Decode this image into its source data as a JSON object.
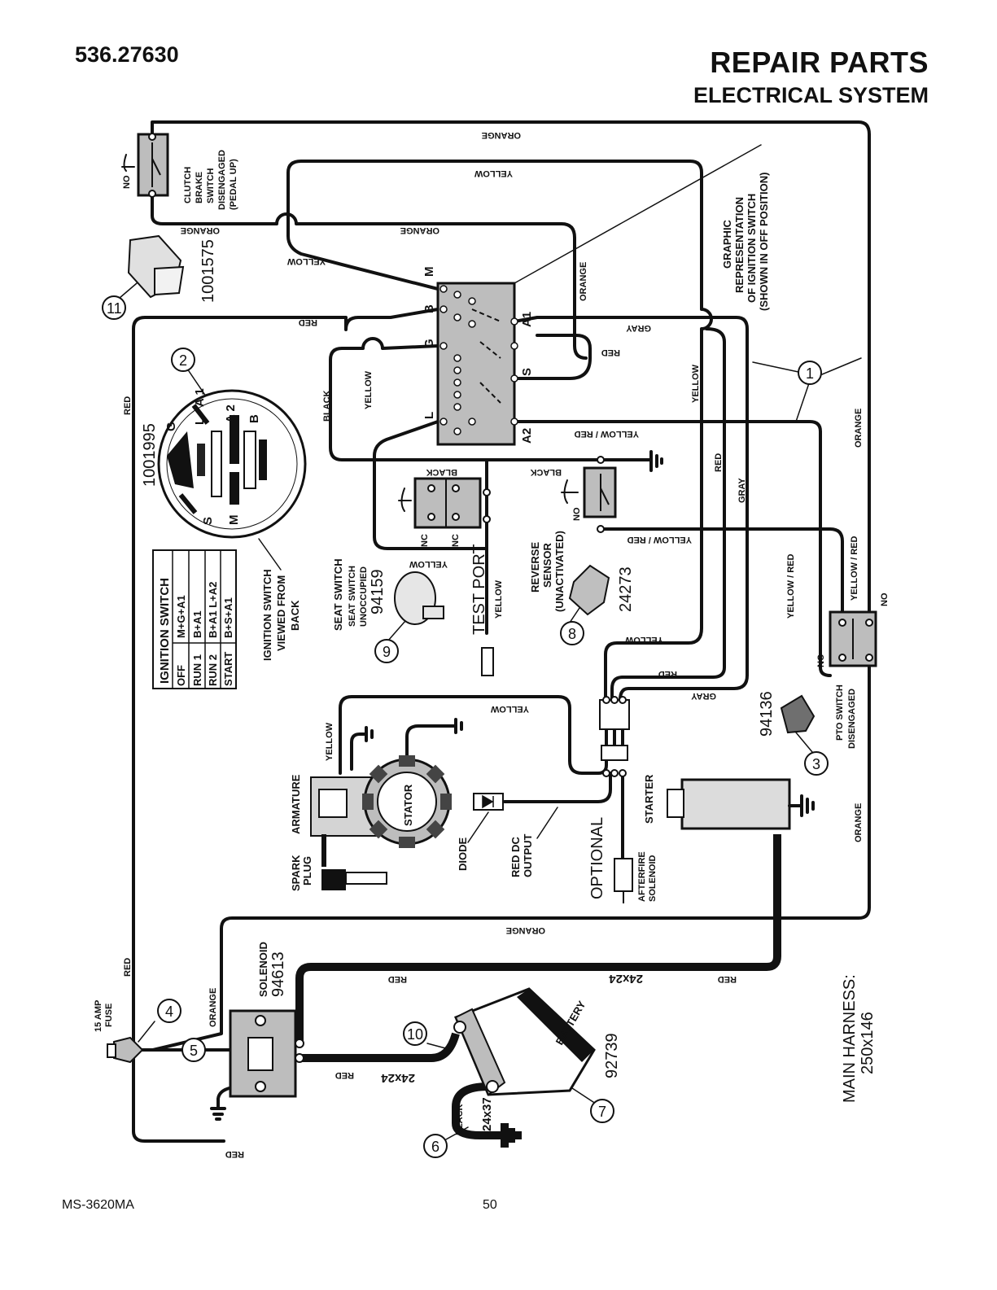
{
  "header": {
    "model": "536.27630",
    "title": "REPAIR PARTS",
    "subtitle": "ELECTRICAL SYSTEM"
  },
  "footer": {
    "doc_code": "MS-3620MA",
    "page": "50"
  },
  "wire_labels": {
    "orange": "ORANGE",
    "yellow": "YELLOW",
    "red": "RED",
    "black": "BLACK",
    "gray": "GRAY",
    "yellow_red": "YELLOW / RED",
    "red_24x24": "24x24",
    "black_24x37": "24x37"
  },
  "components": {
    "clutch": {
      "title": "CLUTCH BRAKE SWITCH DISENGAGED (PEDAL UP)",
      "line1": "CLUTCH",
      "line2": "BRAKE",
      "line3": "SWITCH",
      "line4": "DISENGAGED",
      "line5": "(PEDAL UP)",
      "no": "NO"
    },
    "part11": {
      "callout": "11",
      "part_no": "1001575"
    },
    "part2": {
      "callout": "2",
      "part_no": "1001995"
    },
    "ignition_graphic": {
      "line1": "GRAPHIC",
      "line2": "REPRESENTATION",
      "line3": "OF IGNITION SWITCH",
      "line4": "(SHOWN IN OFF POSITION)"
    },
    "ignition_view": {
      "line1": "IGNITION SWITCH",
      "line2": "VIEWED FROM",
      "line3": "BACK"
    },
    "terminals": {
      "m": "M",
      "b": "B",
      "g": "G",
      "l": "L",
      "a1": "A1",
      "s": "S",
      "a2": "A2",
      "disc_a1": "A 1",
      "disc_a2": "A 2"
    },
    "ign_table": {
      "title": "IGNITION SWITCH",
      "rows": [
        {
          "pos": "OFF",
          "conn": "M+G+A1"
        },
        {
          "pos": "RUN 1",
          "conn": "B+A1"
        },
        {
          "pos": "RUN 2",
          "conn": "B+A1   L+A2"
        },
        {
          "pos": "START",
          "conn": "B+S+A1"
        }
      ]
    },
    "seat_switch": {
      "title": "SEAT SWITCH",
      "line2": "SEAT SWITCH",
      "line3": "UNOCCUPIED",
      "part_no": "94159",
      "callout": "9",
      "nc": "NC"
    },
    "test_port": {
      "label": "TEST PORT",
      "wire": "YELLOW"
    },
    "reverse": {
      "line1": "REVERSE",
      "line2": "SENSOR",
      "line3": "(UNACTIVATED)",
      "part_no": "24273",
      "callout": "8",
      "no": "NO"
    },
    "part1": {
      "callout": "1"
    },
    "pto": {
      "line1": "PTO SWITCH",
      "line2": "DISENGAGED",
      "part_no": "94136",
      "callout": "3",
      "nc": "NC",
      "no": "NO"
    },
    "engine": {
      "armature": "ARMATURE",
      "stator": "STATOR",
      "spark1": "SPARK",
      "spark2": "PLUG",
      "diode": "DIODE",
      "red_dc1": "RED DC",
      "red_dc2": "OUTPUT",
      "optional": "OPTIONAL",
      "afterfire1": "AFTERFIRE",
      "afterfire2": "SOLENOID",
      "starter": "STARTER"
    },
    "fuse": {
      "line1": "15 AMP",
      "line2": "FUSE",
      "callout": "4"
    },
    "solenoid": {
      "label": "SOLENOID",
      "part_no": "94613",
      "callout": "5"
    },
    "battery": {
      "label": "BATTERY",
      "part_no": "92739",
      "callout": "7"
    },
    "ground_cable": {
      "callout": "6"
    },
    "pos_cable": {
      "callout": "10"
    },
    "harness": {
      "line1": "MAIN HARNESS:",
      "line2": "250x146"
    }
  }
}
